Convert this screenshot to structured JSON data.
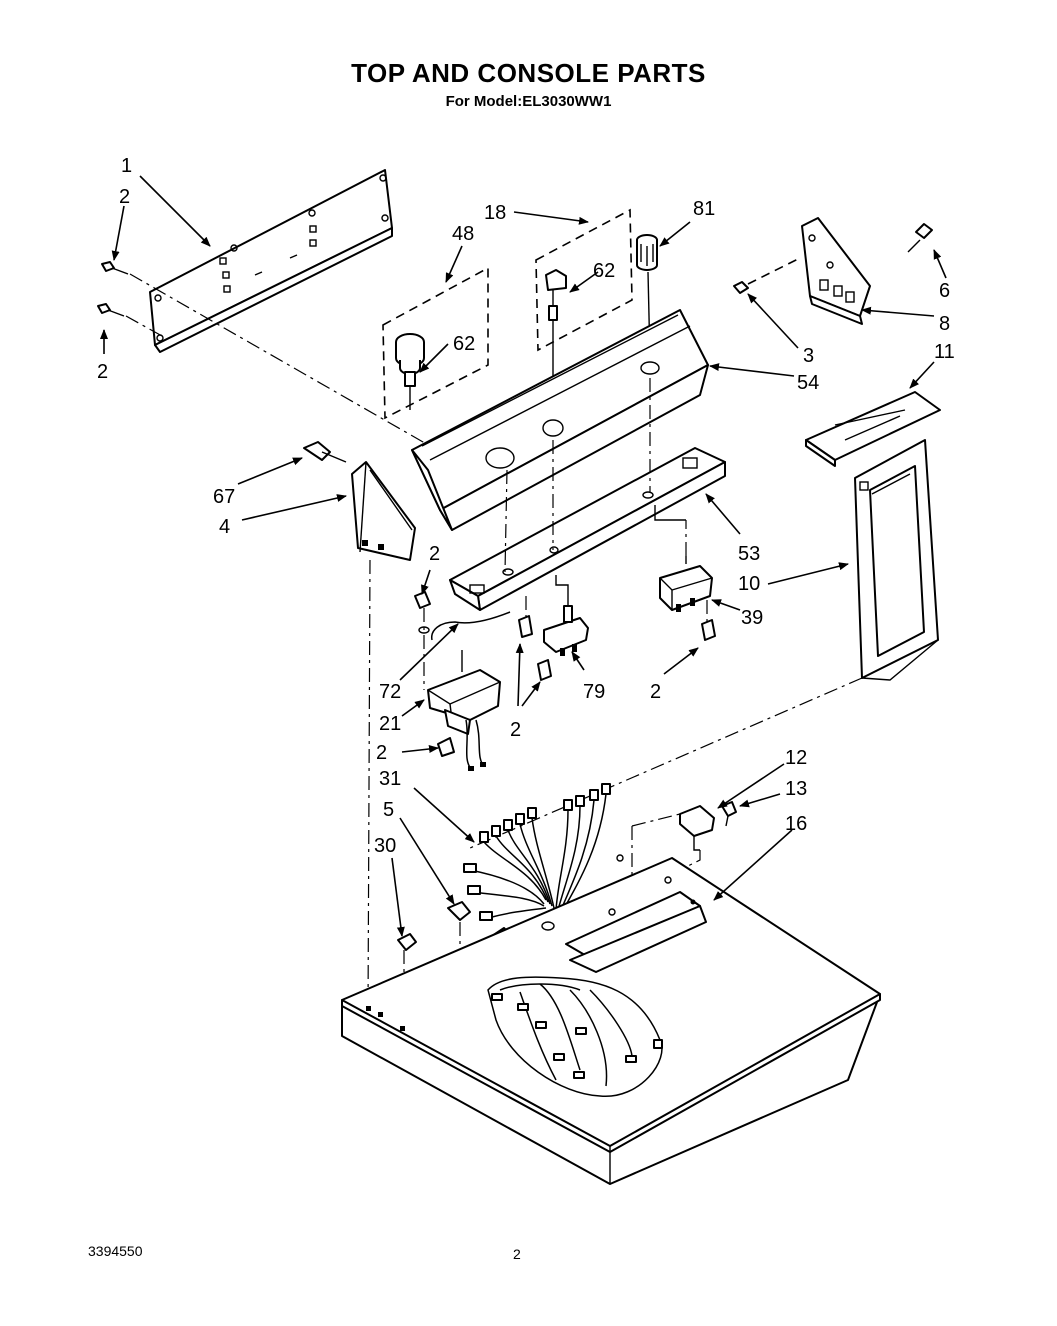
{
  "title": "TOP AND CONSOLE PARTS",
  "subtitle": "For Model:EL3030WW1",
  "footer": {
    "document_number": "3394550",
    "page_number": "2"
  },
  "callouts": [
    {
      "id": "c1",
      "label": "1"
    },
    {
      "id": "c2a",
      "label": "2"
    },
    {
      "id": "c2b",
      "label": "2"
    },
    {
      "id": "c18",
      "label": "18"
    },
    {
      "id": "c48",
      "label": "48"
    },
    {
      "id": "c62a",
      "label": "62"
    },
    {
      "id": "c62b",
      "label": "62"
    },
    {
      "id": "c81",
      "label": "81"
    },
    {
      "id": "c6",
      "label": "6"
    },
    {
      "id": "c8",
      "label": "8"
    },
    {
      "id": "c3",
      "label": "3"
    },
    {
      "id": "c54",
      "label": "54"
    },
    {
      "id": "c11",
      "label": "11"
    },
    {
      "id": "c67",
      "label": "67"
    },
    {
      "id": "c4",
      "label": "4"
    },
    {
      "id": "c53",
      "label": "53"
    },
    {
      "id": "c10",
      "label": "10"
    },
    {
      "id": "c2c",
      "label": "2"
    },
    {
      "id": "c39",
      "label": "39"
    },
    {
      "id": "c72",
      "label": "72"
    },
    {
      "id": "c79",
      "label": "79"
    },
    {
      "id": "c2d",
      "label": "2"
    },
    {
      "id": "c21",
      "label": "21"
    },
    {
      "id": "c2e",
      "label": "2"
    },
    {
      "id": "c2f",
      "label": "2"
    },
    {
      "id": "c12",
      "label": "12"
    },
    {
      "id": "c31",
      "label": "31"
    },
    {
      "id": "c13",
      "label": "13"
    },
    {
      "id": "c5",
      "label": "5"
    },
    {
      "id": "c16",
      "label": "16"
    },
    {
      "id": "c30",
      "label": "30"
    }
  ]
}
